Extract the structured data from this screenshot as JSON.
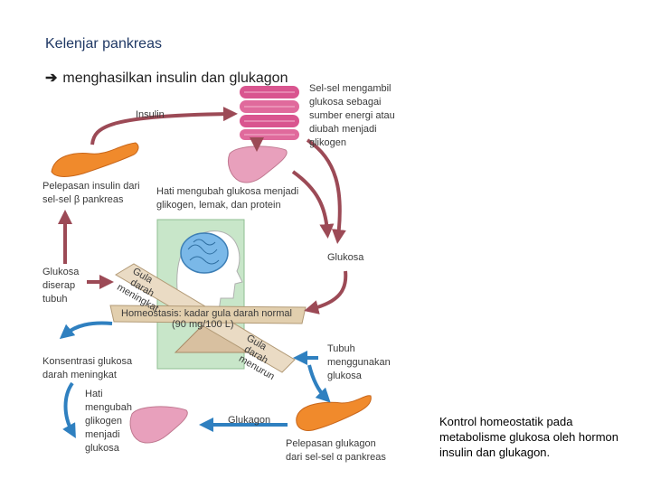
{
  "header": {
    "title": "Kelenjar pankreas",
    "subtitle": "menghasilkan insulin dan glukagon"
  },
  "caption": "Kontrol homeostatik pada metabolisme glukosa oleh hormon insulin dan glukagon.",
  "diagram": {
    "muscle_text": [
      "Sel-sel mengambil",
      "glukosa sebagai",
      "sumber energi atau",
      "diubah menjadi",
      "glikogen"
    ],
    "insulin": "Insulin",
    "insulin_release": [
      "Pelepasan insulin dari",
      "sel-sel β pankreas"
    ],
    "liver_top": [
      "Hati mengubah glukosa menjadi",
      "glikogen, lemak, dan protein"
    ],
    "glukosa_right": "Glukosa",
    "glukosa_absorbed": [
      "Glukosa",
      "diserap",
      "tubuh"
    ],
    "sugar_up": [
      "Gula",
      "darah",
      "meningkat"
    ],
    "homeostasis": "Homeostasis: kadar gula darah normal",
    "homeostasis_value": "(90 mg/100 L)",
    "sugar_down": [
      "Gula",
      "darah",
      "menurun"
    ],
    "body_uses": [
      "Tubuh",
      "menggunakan",
      "glukosa"
    ],
    "concentration": [
      "Konsentrasi glukosa",
      "darah meningkat"
    ],
    "liver_bottom": [
      "Hati",
      "mengubah",
      "glikogen",
      "menjadi",
      "glukosa"
    ],
    "glukagon": "Glukagon",
    "glucagon_release": [
      "Pelepasan glukagon",
      "dari sel-sel α pankreas"
    ]
  },
  "colors": {
    "arrow_red": "#9c4a56",
    "arrow_blue": "#2f80c0",
    "pancreas": "#f08a2c",
    "liver": "#e8a0bc",
    "muscle": "#d9558f",
    "panel": "#c8e6c9"
  }
}
